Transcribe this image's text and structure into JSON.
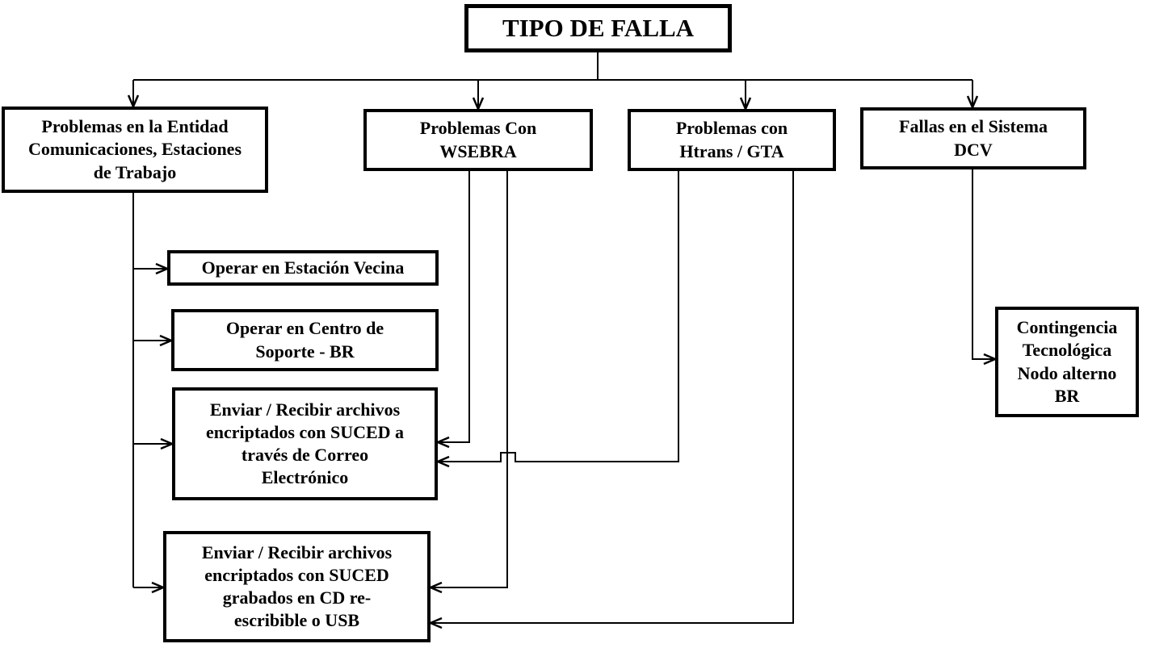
{
  "diagram": {
    "title": "TIPO DE FALLA",
    "colors": {
      "background": "#ffffff",
      "box_border": "#000000",
      "box_fill": "#ffffff",
      "text": "#000000",
      "line": "#000000"
    },
    "nodes": {
      "root": {
        "label": "TIPO DE FALLA"
      },
      "branch_entidad": {
        "label": "Problemas en la Entidad\nComunicaciones, Estaciones\nde Trabajo"
      },
      "branch_wsebra": {
        "label": "Problemas Con\nWSEBRA"
      },
      "branch_htrans": {
        "label": "Problemas con\nHtrans / GTA"
      },
      "branch_dcv": {
        "label": "Fallas en el Sistema\nDCV"
      },
      "action_estacion_vecina": {
        "label": "Operar en Estación Vecina"
      },
      "action_centro_soporte": {
        "label": "Operar en Centro de\nSoporte - BR"
      },
      "action_correo": {
        "label": "Enviar / Recibir archivos\nencriptados con SUCED a\ntravés de Correo\nElectrónico"
      },
      "action_cd_usb": {
        "label": "Enviar / Recibir archivos\nencriptados con SUCED\ngrabados en CD re-\nescribible o USB"
      },
      "action_contingencia": {
        "label": "Contingencia\nTecnológica\nNodo alterno\nBR"
      }
    },
    "edges": [
      {
        "from": "root",
        "to": "branch_entidad"
      },
      {
        "from": "root",
        "to": "branch_wsebra"
      },
      {
        "from": "root",
        "to": "branch_htrans"
      },
      {
        "from": "root",
        "to": "branch_dcv"
      },
      {
        "from": "branch_entidad",
        "to": "action_estacion_vecina"
      },
      {
        "from": "branch_entidad",
        "to": "action_centro_soporte"
      },
      {
        "from": "branch_entidad",
        "to": "action_correo"
      },
      {
        "from": "branch_entidad",
        "to": "action_cd_usb"
      },
      {
        "from": "branch_wsebra",
        "to": "action_correo"
      },
      {
        "from": "branch_wsebra",
        "to": "action_cd_usb"
      },
      {
        "from": "branch_htrans",
        "to": "action_correo"
      },
      {
        "from": "branch_htrans",
        "to": "action_cd_usb"
      },
      {
        "from": "branch_dcv",
        "to": "action_contingencia"
      }
    ]
  }
}
